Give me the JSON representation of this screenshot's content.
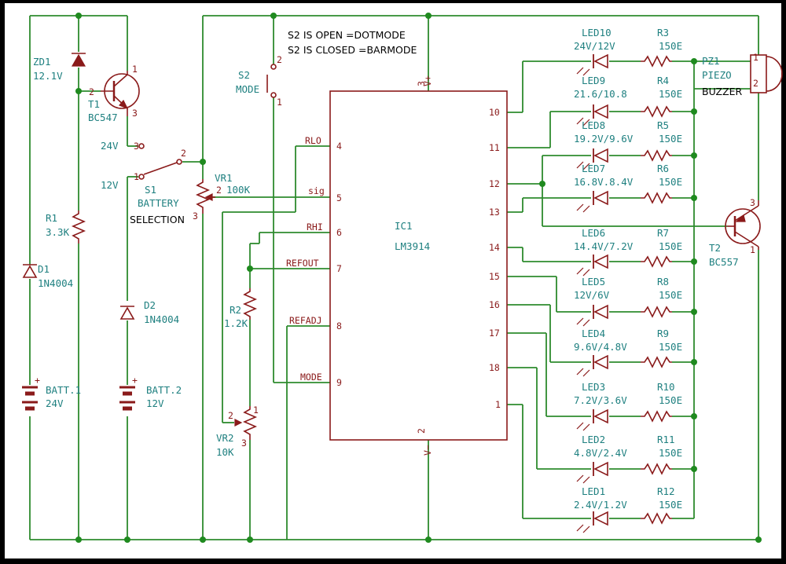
{
  "notes": [
    "S2 IS  OPEN  =DOTMODE",
    "S2 IS CLOSED  =BARMODE"
  ],
  "colors": {
    "wire": "#2e8b2e",
    "component": "#8a1a1a",
    "label": "#1f8080",
    "background": "#ffffff"
  },
  "parts": {
    "zd1": {
      "ref": "ZD1",
      "value": "12.1V"
    },
    "t1": {
      "ref": "T1",
      "value": "BC547"
    },
    "r1": {
      "ref": "R1",
      "value": "3.3K"
    },
    "d1": {
      "ref": "D1",
      "value": "1N4004"
    },
    "d2": {
      "ref": "D2",
      "value": "1N4004"
    },
    "batt1": {
      "ref": "BATT.1",
      "value": "24V"
    },
    "batt2": {
      "ref": "BATT.2",
      "value": "12V"
    },
    "s1": {
      "ref": "S1",
      "line2": "BATTERY",
      "line3": "SELECTION",
      "pos1": "24V",
      "pos2": "12V"
    },
    "s2": {
      "ref": "S2",
      "value": "MODE"
    },
    "vr1": {
      "ref": "VR1",
      "value": "100K"
    },
    "vr2": {
      "ref": "VR2",
      "value": "10K"
    },
    "r2": {
      "ref": "R2",
      "value": "1.2K"
    },
    "ic1": {
      "ref": "IC1",
      "value": "LM3914"
    },
    "pz1": {
      "ref": "PZ1",
      "line2": "PIEZO",
      "line3": "BUZZER"
    },
    "t2": {
      "ref": "T2",
      "value": "BC557"
    }
  },
  "ic_pins_left": [
    {
      "num": "4",
      "name": "RLO"
    },
    {
      "num": "5",
      "name": "sig"
    },
    {
      "num": "6",
      "name": "RHI"
    },
    {
      "num": "7",
      "name": "REFOUT"
    },
    {
      "num": "8",
      "name": "REFADJ"
    },
    {
      "num": "9",
      "name": "MODE"
    }
  ],
  "ic_pins_right": [
    "10",
    "11",
    "12",
    "13",
    "14",
    "15",
    "16",
    "17",
    "18",
    "1"
  ],
  "ic_supply": {
    "vplus": "V+",
    "vplus_pin": "3",
    "vminus": "V−",
    "vminus_pin": "2"
  },
  "leds": [
    {
      "ref": "LED10",
      "value": "24V/12V",
      "res": "R3",
      "rval": "150E"
    },
    {
      "ref": "LED9",
      "value": "21.6/10.8",
      "res": "R4",
      "rval": "150E"
    },
    {
      "ref": "LED8",
      "value": "19.2V/9.6V",
      "res": "R5",
      "rval": "150E"
    },
    {
      "ref": "LED7",
      "value": "16.8V.8.4V",
      "res": "R6",
      "rval": "150E"
    },
    {
      "ref": "LED6",
      "value": "14.4V/7.2V",
      "res": "R7",
      "rval": "150E"
    },
    {
      "ref": "LED5",
      "value": "12V/6V",
      "res": "R8",
      "rval": "150E"
    },
    {
      "ref": "LED4",
      "value": "9.6V/4.8V",
      "res": "R9",
      "rval": "150E"
    },
    {
      "ref": "LED3",
      "value": "7.2V/3.6V",
      "res": "R10",
      "rval": "150E"
    },
    {
      "ref": "LED2",
      "value": "4.8V/2.4V",
      "res": "R11",
      "rval": "150E"
    },
    {
      "ref": "LED1",
      "value": "2.4V/1.2V",
      "res": "R12",
      "rval": "150E"
    }
  ],
  "pin_numbers": {
    "one": "1",
    "two": "2",
    "three": "3"
  }
}
